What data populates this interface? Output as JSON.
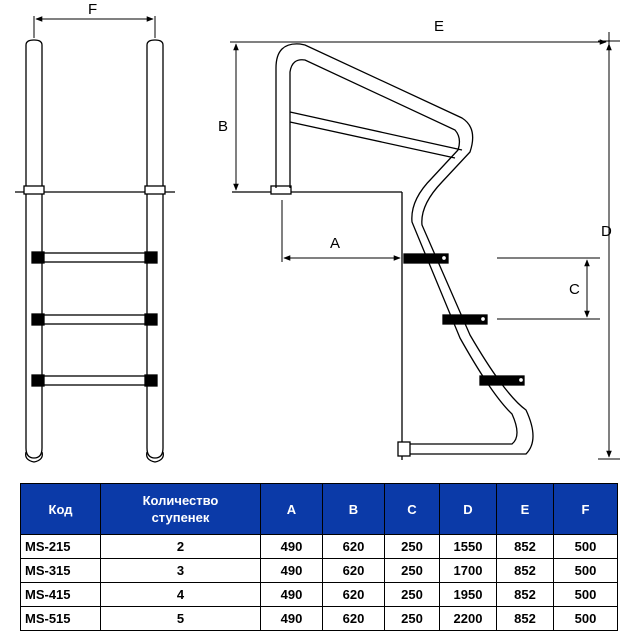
{
  "dimensions": {
    "A": "A",
    "B": "B",
    "C": "C",
    "D": "D",
    "E": "E",
    "F": "F"
  },
  "table": {
    "headers": {
      "code": "Код",
      "steps_line1": "Количество",
      "steps_line2": "ступенек",
      "a": "A",
      "b": "B",
      "c": "C",
      "d": "D",
      "e": "E",
      "f": "F"
    },
    "rows": [
      {
        "code": "MS-215",
        "steps": "2",
        "a": "490",
        "b": "620",
        "c": "250",
        "d": "1550",
        "e": "852",
        "f": "500"
      },
      {
        "code": "MS-315",
        "steps": "3",
        "a": "490",
        "b": "620",
        "c": "250",
        "d": "1700",
        "e": "852",
        "f": "500"
      },
      {
        "code": "MS-415",
        "steps": "4",
        "a": "490",
        "b": "620",
        "c": "250",
        "d": "1950",
        "e": "852",
        "f": "500"
      },
      {
        "code": "MS-515",
        "steps": "5",
        "a": "490",
        "b": "620",
        "c": "250",
        "d": "2200",
        "e": "852",
        "f": "500"
      }
    ]
  },
  "colors": {
    "header_bg": "#0b3aa8",
    "header_text": "#ffffff"
  }
}
